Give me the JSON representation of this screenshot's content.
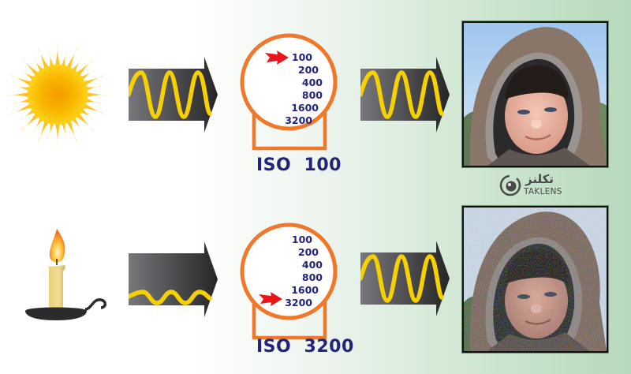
{
  "colors": {
    "background_left": "#ffffff",
    "background_right": "#b7d9bc",
    "dial_orange": "#f0782a",
    "label_navy": "#23237a",
    "arrow_pointer_red": "#e8151b",
    "wave_yellow": "#f7d000",
    "signal_arrow_dark": "#3a3a3d"
  },
  "rows": [
    {
      "light_source": "sun-icon",
      "signal": "strong-wave",
      "iso": {
        "scale": [
          "100",
          "200",
          "400",
          "800",
          "1600",
          "3200"
        ],
        "selected": "100",
        "label": "ISO  100"
      },
      "output_signal": "amplified-wave",
      "result_photo": "clean-portrait-photo"
    },
    {
      "light_source": "candle-icon",
      "signal": "weak-wave",
      "iso": {
        "scale": [
          "100",
          "200",
          "400",
          "800",
          "1600",
          "3200"
        ],
        "selected": "3200",
        "label": "ISO  3200"
      },
      "output_signal": "amplified-wave",
      "result_photo": "noisy-portrait-photo"
    }
  ],
  "watermark": {
    "arabic": "تكلنز",
    "latin": "TAKLENS"
  }
}
